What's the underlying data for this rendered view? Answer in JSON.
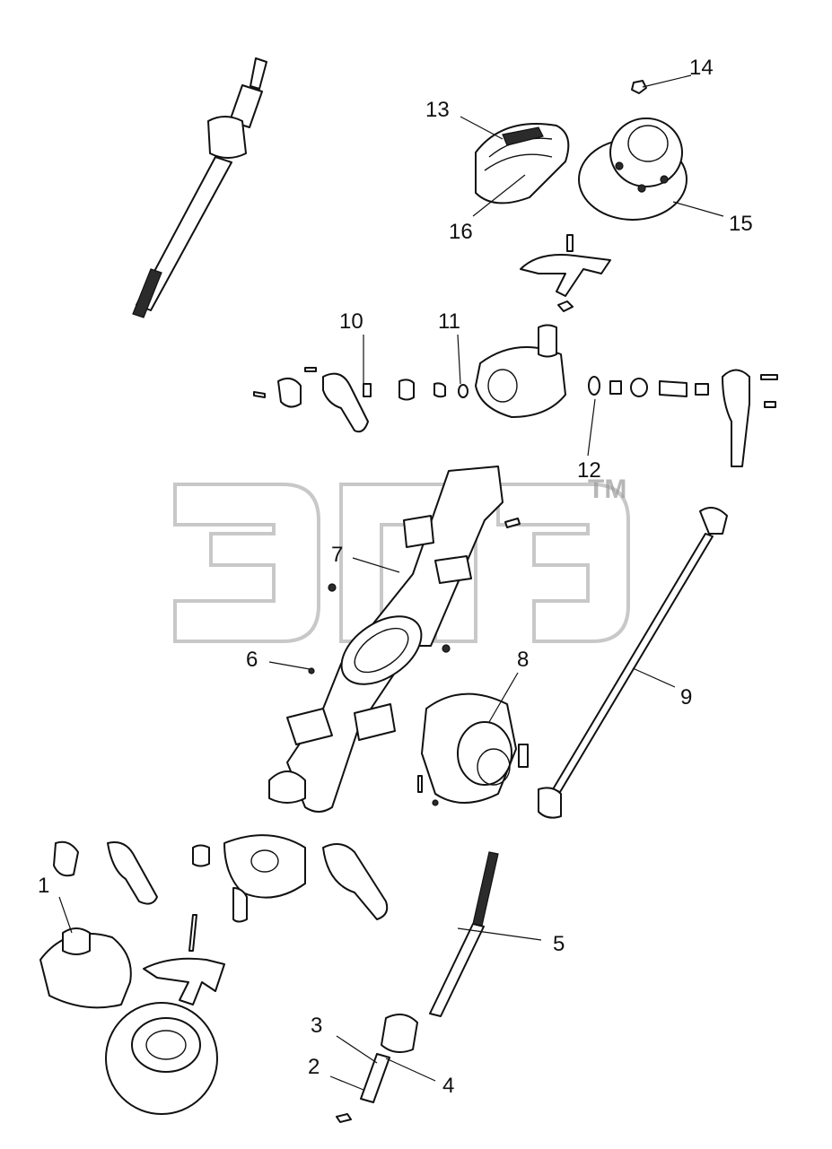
{
  "diagram": {
    "callouts": [
      {
        "id": "1",
        "label": "1"
      },
      {
        "id": "2",
        "label": "2"
      },
      {
        "id": "3",
        "label": "3"
      },
      {
        "id": "4",
        "label": "4"
      },
      {
        "id": "5",
        "label": "5"
      },
      {
        "id": "6",
        "label": "6"
      },
      {
        "id": "7",
        "label": "7"
      },
      {
        "id": "8",
        "label": "8"
      },
      {
        "id": "9",
        "label": "9"
      },
      {
        "id": "10",
        "label": "10"
      },
      {
        "id": "11",
        "label": "11"
      },
      {
        "id": "12",
        "label": "12"
      },
      {
        "id": "13",
        "label": "13"
      },
      {
        "id": "14",
        "label": "14"
      },
      {
        "id": "15",
        "label": "15"
      },
      {
        "id": "16",
        "label": "16"
      }
    ],
    "watermark": {
      "trademark": "TM"
    }
  }
}
